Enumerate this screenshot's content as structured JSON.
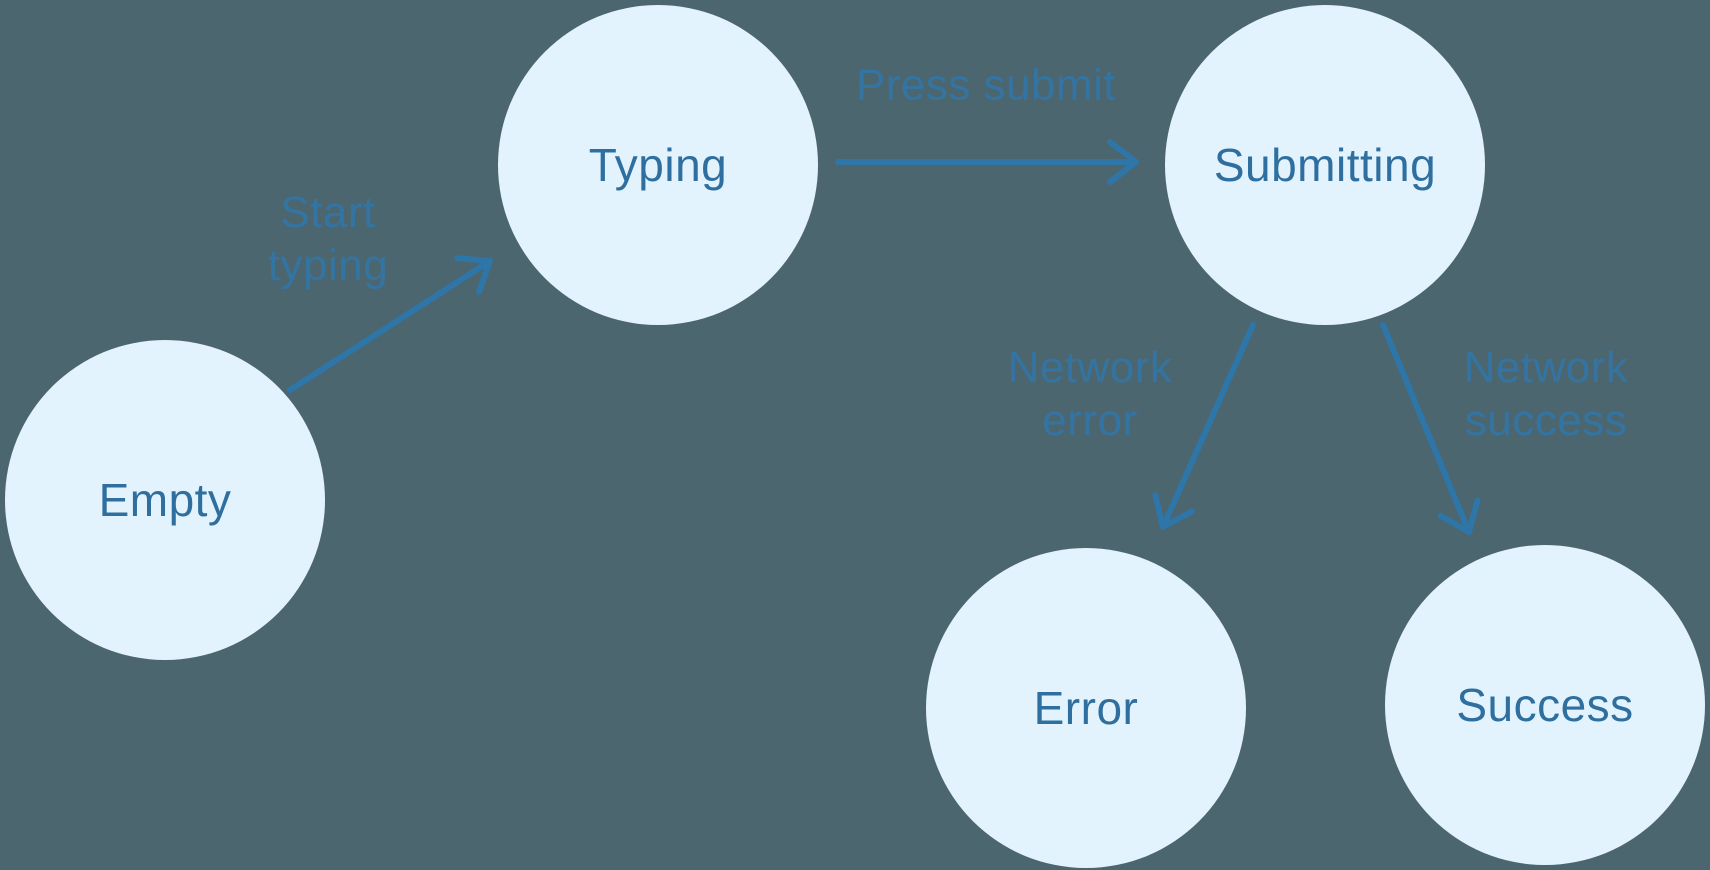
{
  "diagram": {
    "type": "state-machine",
    "background_color": "#4C6670",
    "node_fill_color": "#E3F3FD",
    "node_text_color": "#2E6F9F",
    "arrow_color": "#2E75A8",
    "edge_label_color": "#2F77AB"
  },
  "nodes": [
    {
      "id": "empty",
      "label": "Empty"
    },
    {
      "id": "typing",
      "label": "Typing"
    },
    {
      "id": "submitting",
      "label": "Submitting"
    },
    {
      "id": "error",
      "label": "Error"
    },
    {
      "id": "success",
      "label": "Success"
    }
  ],
  "edges": [
    {
      "id": "empty-to-typing",
      "from": "Empty",
      "to": "Typing",
      "label": "Start\ntyping"
    },
    {
      "id": "typing-to-submitting",
      "from": "Typing",
      "to": "Submitting",
      "label": "Press submit"
    },
    {
      "id": "submitting-to-error",
      "from": "Submitting",
      "to": "Error",
      "label": "Network\nerror"
    },
    {
      "id": "submitting-to-success",
      "from": "Submitting",
      "to": "Success",
      "label": "Network\nsuccess"
    }
  ]
}
